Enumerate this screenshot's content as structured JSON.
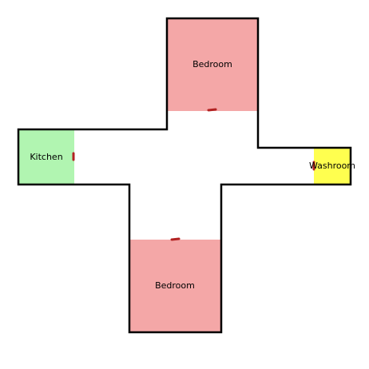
{
  "floorplan": {
    "rooms": [
      {
        "id": "bedroom-top",
        "label": "Bedroom",
        "type": "bedroom"
      },
      {
        "id": "kitchen",
        "label": "Kitchen",
        "type": "kitchen"
      },
      {
        "id": "washroom",
        "label": "Washroom",
        "type": "washroom"
      },
      {
        "id": "bedroom-bottom",
        "label": "Bedroom",
        "type": "bedroom"
      }
    ],
    "colors": {
      "bedroom": "#f4a7a7",
      "kitchen": "#b1f5b1",
      "washroom": "#ffff4f",
      "wall": "#000000",
      "door": "#b22222",
      "background": "#ffffff"
    }
  }
}
